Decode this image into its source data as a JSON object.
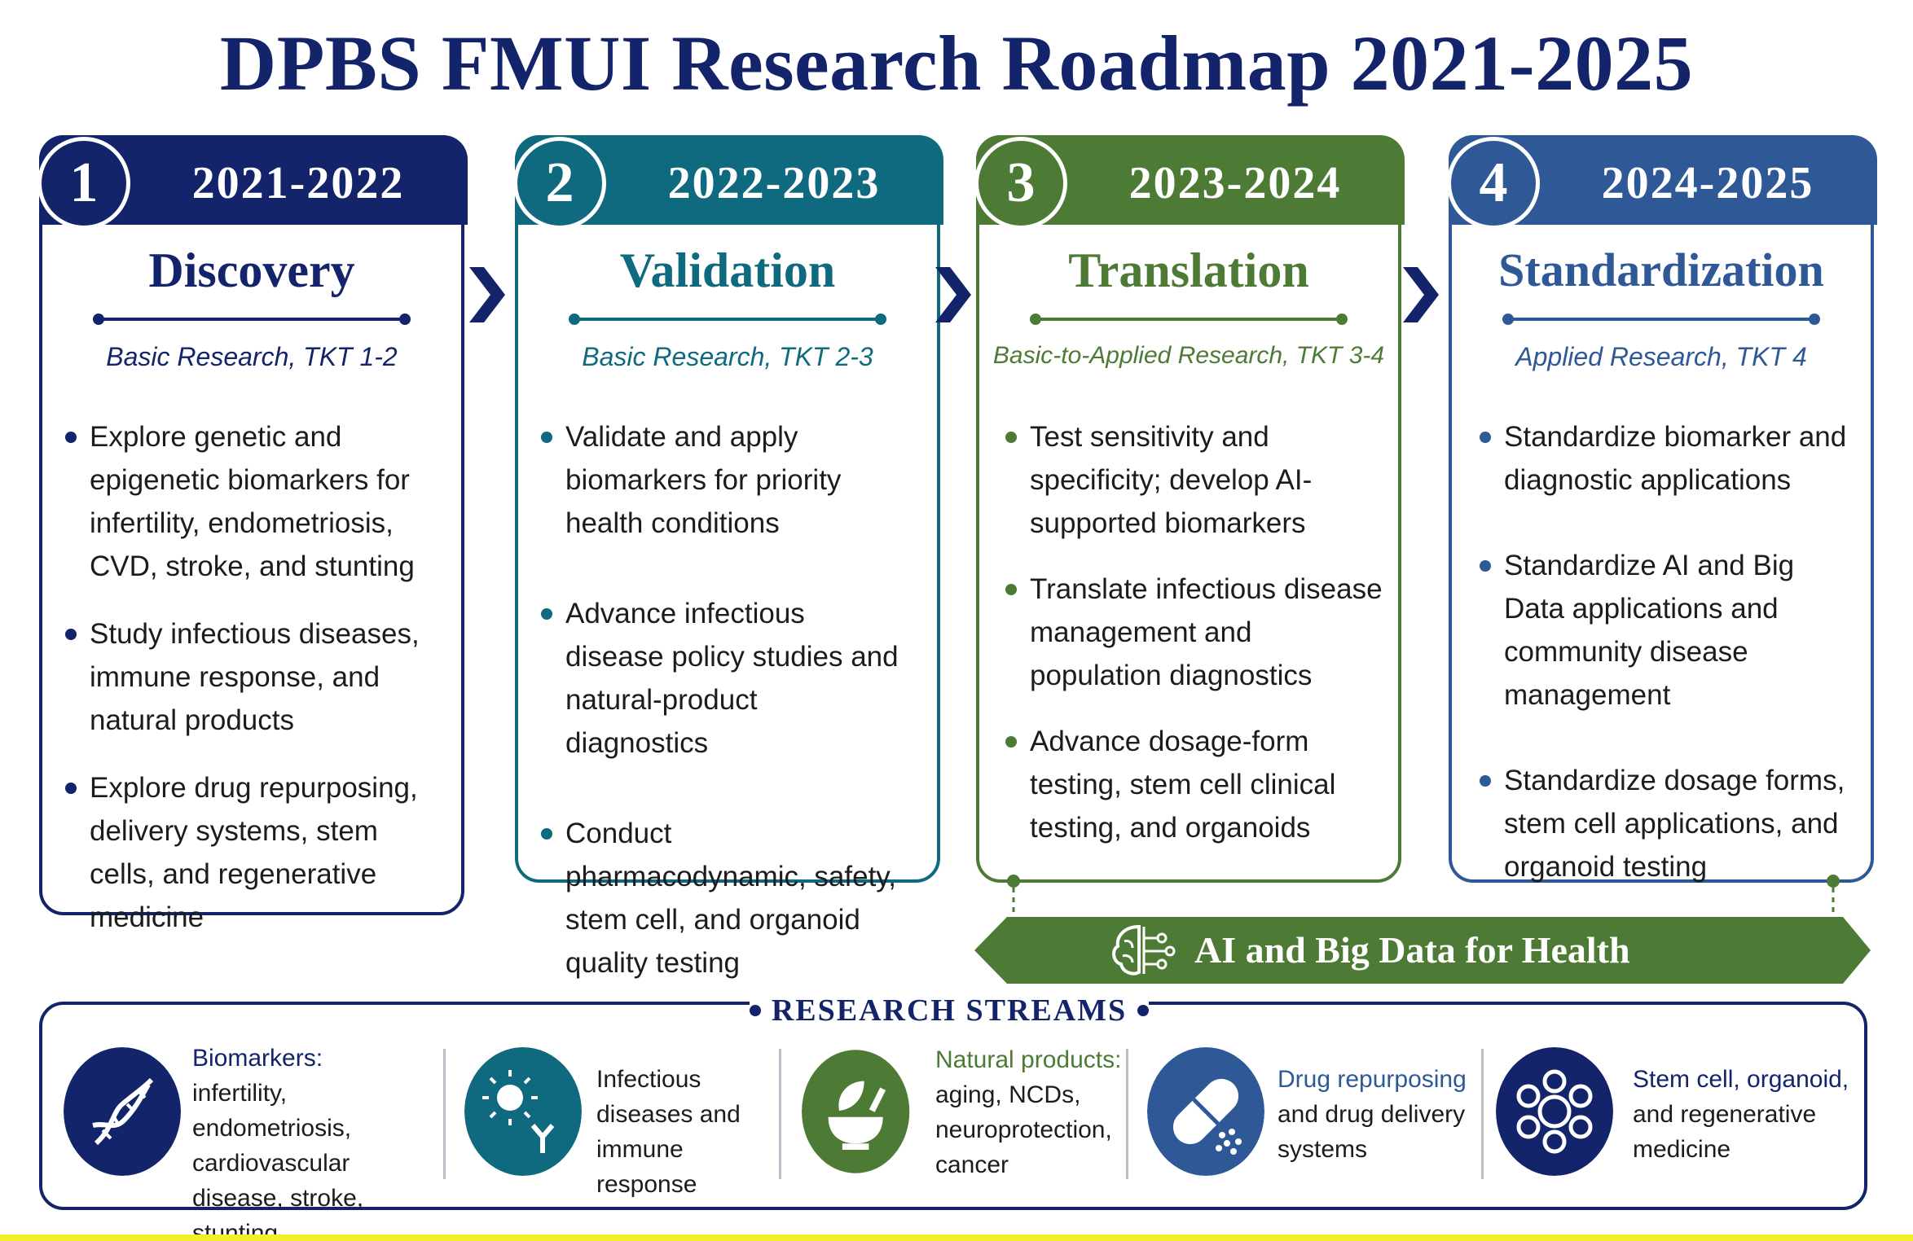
{
  "title": "DPBS FMUI Research Roadmap 2021-2025",
  "colors": {
    "navy": "#13246b",
    "teal": "#0f6a7f",
    "green": "#4d7a34",
    "blue": "#2f5897",
    "highlight": "#f3ee2a"
  },
  "phases": [
    {
      "number": "1",
      "years": "2021-2022",
      "name": "Discovery",
      "subtitle": "Basic Research, TKT 1-2",
      "items": [
        "Explore genetic and epigenetic biomarkers for infertility, endometriosis, CVD, stroke, and stunting",
        "Study infectious diseases, immune response, and natural products",
        "Explore drug repurposing, delivery systems, stem cells, and regenerative medicine"
      ]
    },
    {
      "number": "2",
      "years": "2022-2023",
      "name": "Validation",
      "subtitle": "Basic Research, TKT 2-3",
      "items": [
        "Validate and apply biomarkers for priority health conditions",
        "Advance infectious disease policy studies and natural-product diagnostics",
        "Conduct pharmacodynamic, safety, stem cell, and organoid quality testing"
      ]
    },
    {
      "number": "3",
      "years": "2023-2024",
      "name": "Translation",
      "subtitle": "Basic-to-Applied Research, TKT 3-4",
      "items": [
        "Test sensitivity and specificity; develop AI-supported biomarkers",
        "Translate infectious disease management and population diagnostics",
        "Advance dosage-form testing, stem cell clinical testing, and organoids"
      ]
    },
    {
      "number": "4",
      "years": "2024-2025",
      "name": "Standardization",
      "subtitle": "Applied Research, TKT 4",
      "items": [
        "Standardize biomarker and diagnostic applications",
        "Standardize AI and Big Data applications and community disease management",
        "Standardize dosage forms, stem cell applications, and organoid testing"
      ]
    }
  ],
  "ai_band": {
    "label": "AI and Big Data for Health",
    "icon": "brain-circuit-icon"
  },
  "streams": {
    "title": "RESEARCH STREAMS",
    "items": [
      {
        "icon": "dna-icon",
        "head": "Biomarkers:",
        "body": "infertility, endometriosis, cardiovascular disease, stroke, stunting"
      },
      {
        "icon": "virus-antibody-icon",
        "head": "",
        "body": "Infectious diseases and immune response"
      },
      {
        "icon": "mortar-leaf-icon",
        "head": "Natural products:",
        "body": "aging, NCDs, neuroprotection, cancer"
      },
      {
        "icon": "capsule-icon",
        "head": "Drug repurposing",
        "body": "and drug delivery systems"
      },
      {
        "icon": "cell-cluster-icon",
        "head": "Stem cell, organoid,",
        "body": "and regenerative medicine"
      }
    ]
  }
}
